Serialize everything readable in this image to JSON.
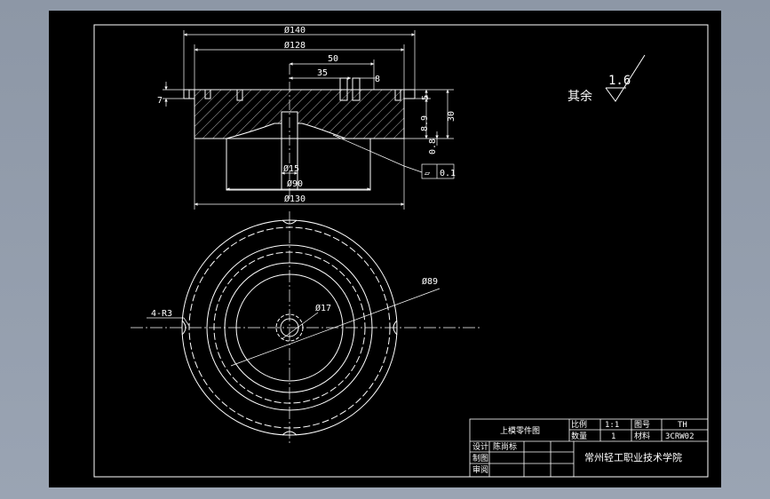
{
  "colors": {
    "background": "#000000",
    "frame": "#8d97a6",
    "lines": "#ffffff"
  },
  "section_view": {
    "dims": {
      "d140": "Ø140",
      "d128": "Ø128",
      "l50": "50",
      "l35": "35",
      "l8": "8",
      "l7": "7",
      "l5": "5",
      "l30": "30",
      "l8_9": "8.9",
      "l0_8": "0.8",
      "d15": "Ø15",
      "d90": "Ø90",
      "d130": "Ø130"
    },
    "flatness_tolerance": {
      "symbol": "▱",
      "value": "0.1"
    }
  },
  "plan_view": {
    "slots_label": "4-R3",
    "d17": "Ø17",
    "d89": "Ø89"
  },
  "surface_finish": {
    "label": "其余",
    "value": "1.6"
  },
  "title_block": {
    "part_name": "上模零件图",
    "scale_label": "比例",
    "scale_value": "1:1",
    "drawing_no_label": "图号",
    "drawing_no_value": "TH",
    "qty_label": "数量",
    "qty_value": "1",
    "material_label": "材料",
    "material_value": "3CRW02",
    "design_label": "设计",
    "designer": "陈尚标",
    "draw_label": "制图",
    "review_label": "审阅",
    "school": "常州轻工职业技术学院"
  }
}
